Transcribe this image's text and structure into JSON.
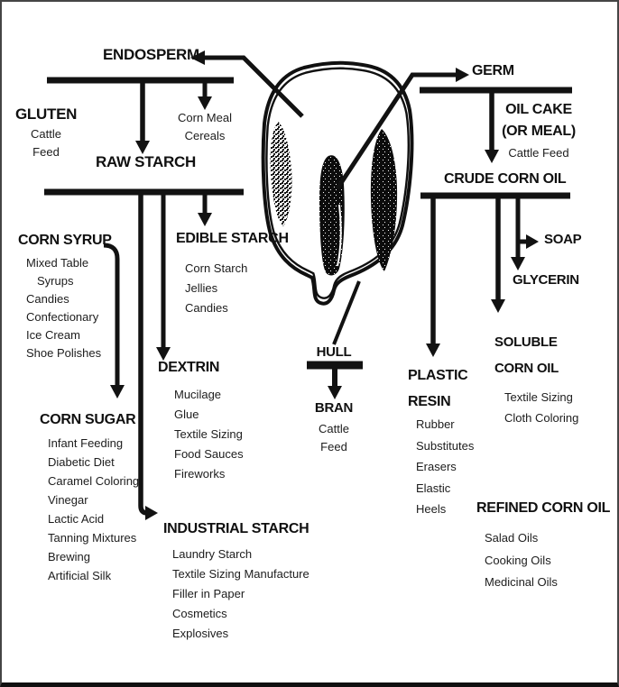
{
  "nodes": {
    "endosperm": {
      "label": "ENDOSPERM"
    },
    "gluten": {
      "label": "GLUTEN",
      "items": [
        "Cattle",
        "Feed"
      ]
    },
    "corn_meal": {
      "items": [
        "Corn Meal",
        "Cereals"
      ]
    },
    "raw_starch": {
      "label": "RAW STARCH"
    },
    "corn_syrup": {
      "label": "CORN SYRUP",
      "items": [
        "Mixed Table",
        "Syrups",
        "Candies",
        "Confectionary",
        "Ice Cream",
        "Shoe Polishes"
      ]
    },
    "corn_sugar": {
      "label": "CORN SUGAR",
      "items": [
        "Infant Feeding",
        "Diabetic Diet",
        "Caramel Coloring",
        "Vinegar",
        "Lactic Acid",
        "Tanning Mixtures",
        "Brewing",
        "Artificial Silk"
      ]
    },
    "edible_starch": {
      "label": "EDIBLE STARCH",
      "items": [
        "Corn Starch",
        "Jellies",
        "Candies"
      ]
    },
    "dextrin": {
      "label": "DEXTRIN",
      "items": [
        "Mucilage",
        "Glue",
        "Textile Sizing",
        "Food Sauces",
        "Fireworks"
      ]
    },
    "industrial_starch": {
      "label": "INDUSTRIAL STARCH",
      "items": [
        "Laundry Starch",
        "Textile Sizing Manufacture",
        "Filler in Paper",
        "Cosmetics",
        "Explosives"
      ]
    },
    "hull": {
      "label": "HULL"
    },
    "bran": {
      "label": "BRAN",
      "items": [
        "Cattle",
        "Feed"
      ]
    },
    "germ": {
      "label": "GERM"
    },
    "oil_cake": {
      "lines": [
        "OIL CAKE",
        "(OR MEAL)"
      ],
      "items": [
        "Cattle Feed"
      ]
    },
    "crude_corn_oil": {
      "label": "CRUDE CORN OIL"
    },
    "soap": {
      "label": "SOAP"
    },
    "glycerin": {
      "label": "GLYCERIN"
    },
    "soluble_corn_oil": {
      "lines": [
        "SOLUBLE",
        "CORN OIL"
      ],
      "items": [
        "Textile Sizing",
        "Cloth Coloring"
      ]
    },
    "plastic_resin": {
      "lines": [
        "PLASTIC",
        "RESIN"
      ],
      "items": [
        "Rubber",
        "Substitutes",
        "Erasers",
        "Elastic",
        "Heels"
      ]
    },
    "refined_corn_oil": {
      "label": "REFINED CORN OIL",
      "items": [
        "Salad Oils",
        "Cooking Oils",
        "Medicinal Oils"
      ]
    }
  },
  "colors": {
    "ink": "#121212",
    "paper": "#ffffff",
    "frame": "#454545"
  }
}
